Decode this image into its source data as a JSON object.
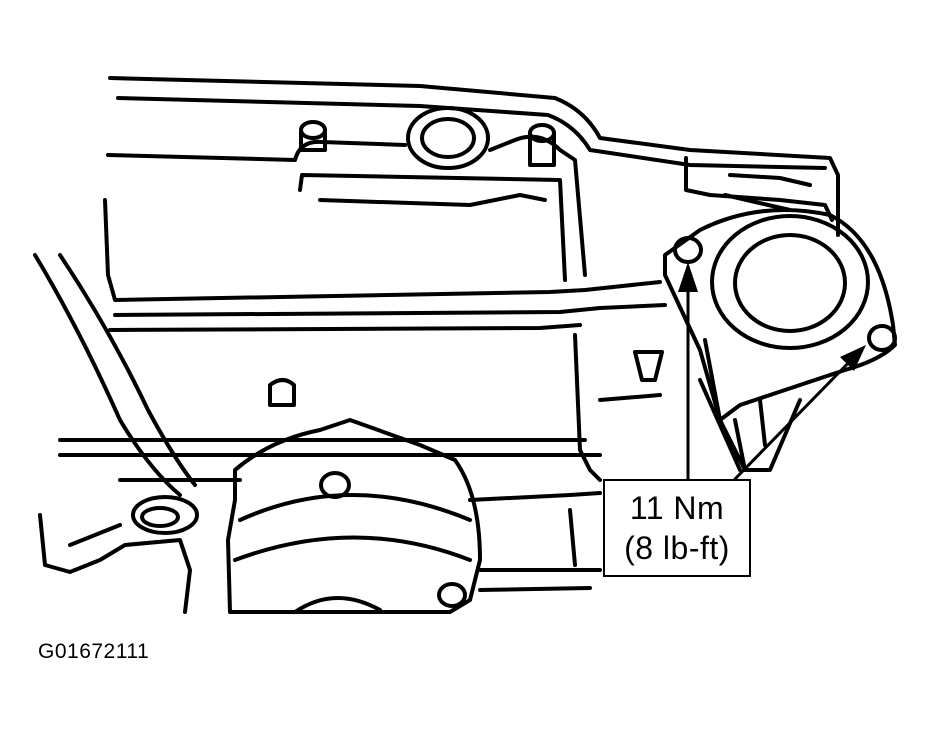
{
  "figure": {
    "id": "G01672111",
    "ink_color": "#000000",
    "background_color": "#ffffff"
  },
  "callout": {
    "torque_metric": "11 Nm",
    "torque_imperial": "(8 lb-ft)"
  }
}
